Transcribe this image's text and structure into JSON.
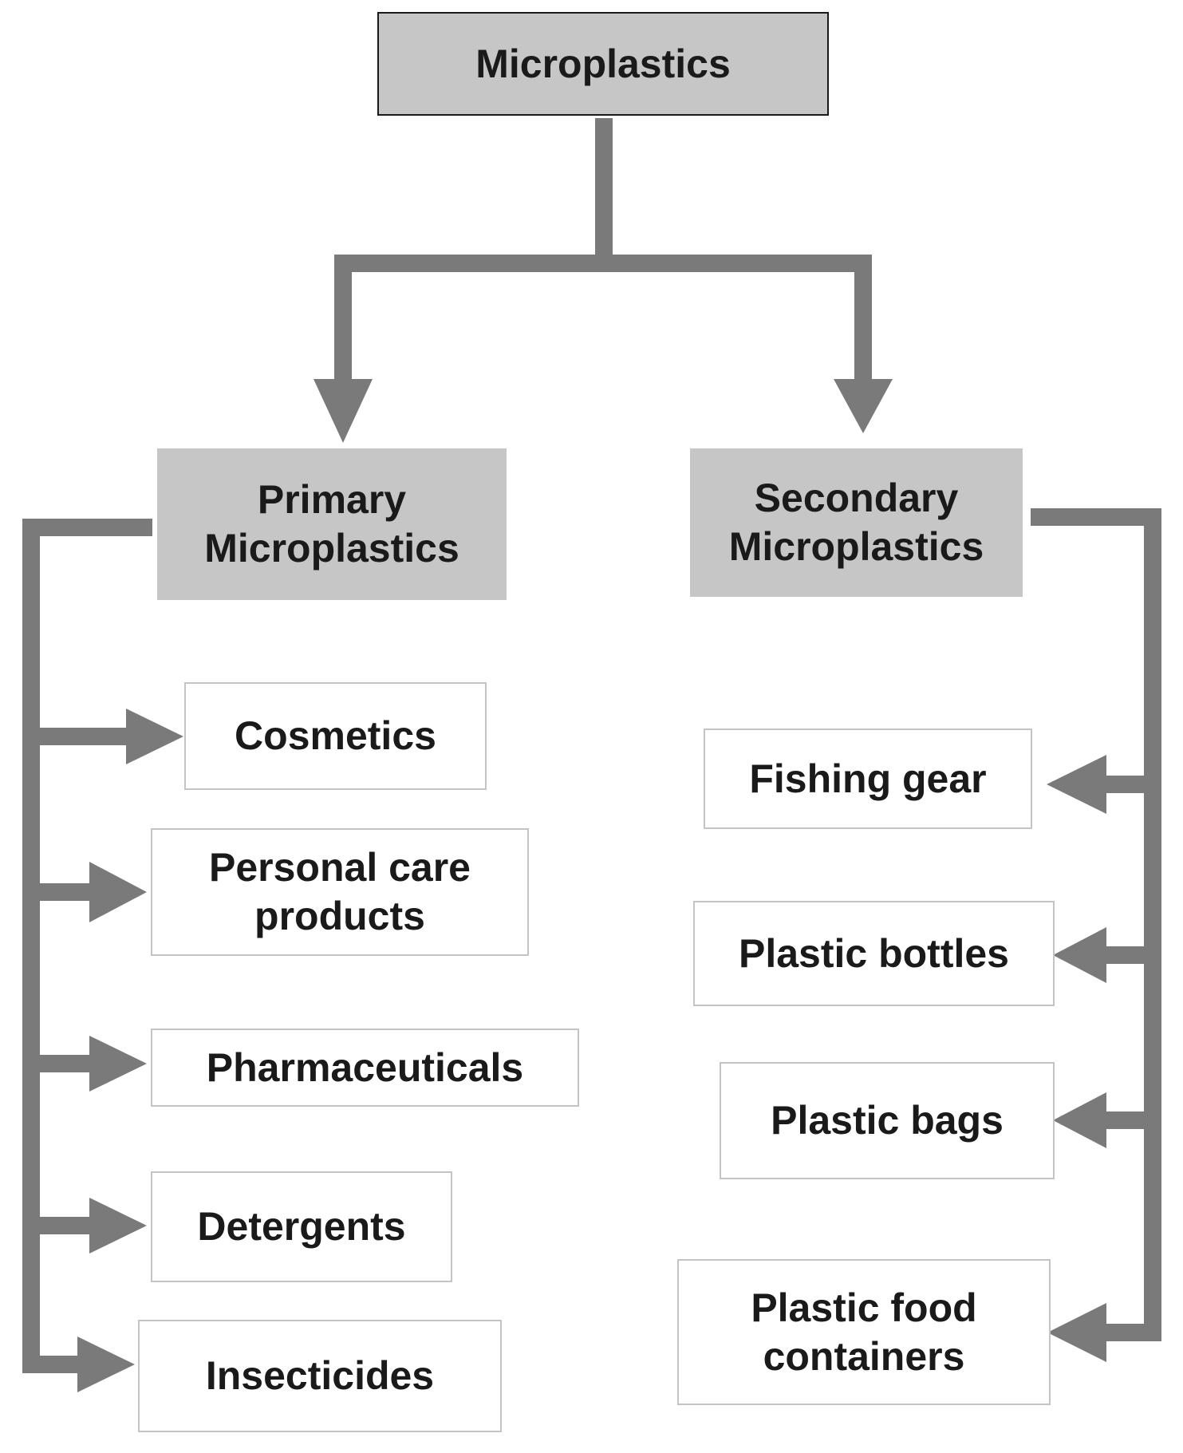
{
  "root": {
    "label": "Microplastics"
  },
  "primary": {
    "line1": "Primary",
    "line2": "Microplastics",
    "items": [
      {
        "line1": "Cosmetics",
        "line2": ""
      },
      {
        "line1": "Personal care",
        "line2": "products"
      },
      {
        "line1": "Pharmaceuticals",
        "line2": ""
      },
      {
        "line1": "Detergents",
        "line2": ""
      },
      {
        "line1": "Insecticides",
        "line2": ""
      }
    ]
  },
  "secondary": {
    "line1": "Secondary",
    "line2": "Microplastics",
    "items": [
      {
        "line1": "Fishing gear",
        "line2": ""
      },
      {
        "line1": "Plastic bottles",
        "line2": ""
      },
      {
        "line1": "Plastic bags",
        "line2": ""
      },
      {
        "line1": "Plastic food",
        "line2": "containers"
      }
    ]
  },
  "colors": {
    "connector": "#7a7a7a",
    "category_fill": "#c6c6c6",
    "leaf_border": "#c4c4c4",
    "text": "#1a1a1a"
  }
}
